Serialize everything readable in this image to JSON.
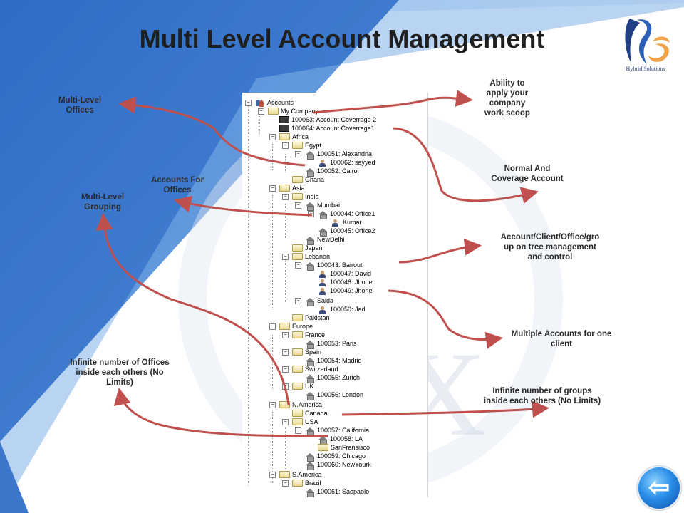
{
  "slide": {
    "title": "Multi Level Account Management",
    "logo": {
      "icon": "hs-logo-icon",
      "caption": "Hybrid Solutions"
    },
    "back_button": {
      "icon": "back-arrow-icon",
      "glyph": "⇦"
    }
  },
  "tree": {
    "root": "Accounts",
    "nodes": [
      "My Company",
      "100063: Account Coverrage 2",
      "100064: Account Coverrage1",
      "Africa",
      "Egypt",
      "100051: Alexandria",
      "100062: sayyed",
      "100052: Cairo",
      "Ghana",
      "Asia",
      "India",
      "Mumbai",
      "100044: Office1",
      "Kumar",
      "100045: Office2",
      "NewDelhi",
      "Japan",
      "Lebanon",
      "100043: Bairout",
      "100047: David",
      "100048: Jhone",
      "100049: Jhone",
      "Saida",
      "100050: Jad",
      "Pakistan",
      "Europe",
      "France",
      "100053: Paris",
      "Spain",
      "100054: Madrid",
      "Switzerland",
      "100055: Zurich",
      "UK",
      "100056: London",
      "N.America",
      "Canada",
      "USA",
      "100057: California",
      "100058: LA",
      "SanFransisco",
      "100059: Chicago",
      "100060: NewYourk",
      "S.America",
      "Brazil",
      "100061: Saopaolo"
    ]
  },
  "annotations": {
    "multi_level_offices": "Multi-Level\nOffices",
    "accounts_for_offices": "Accounts For\nOffices",
    "multi_level_grouping": "Multi-Level\nGrouping",
    "infinite_offices": "Infinite number of Offices\ninside each others (No\nLimits)",
    "ability_scope": "Ability to\napply your\ncompany\nwork scoop",
    "normal_coverage": "Normal And\nCoverage Account",
    "tree_management": "Account/Client/Office/gro\nup on tree management\nand control",
    "multiple_accounts": "Multiple Accounts for one\nclient",
    "infinite_groups": "Infinite number of groups\ninside each others (No Limits)"
  },
  "colors": {
    "arrow": "#c0504d",
    "blue_dark": "#2e6fc6",
    "blue_light": "#9cc3ec",
    "title": "#1f1f1f"
  }
}
